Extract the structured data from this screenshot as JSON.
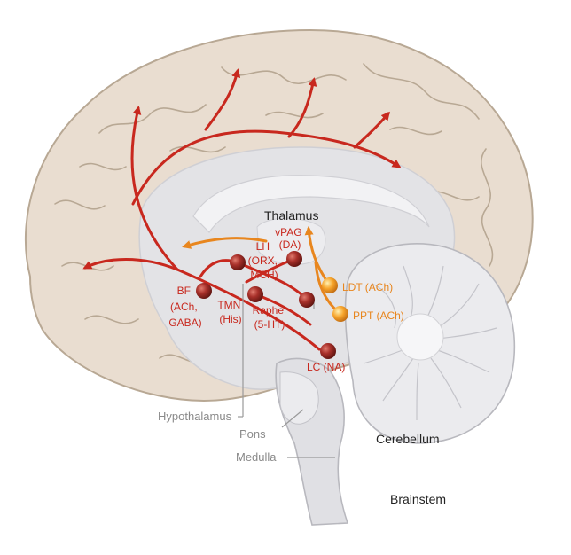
{
  "colors": {
    "cortex": "#e9ddd0",
    "cortex_outline": "#b8a894",
    "inner": "#e3e3e6",
    "cerebellum": "#ebebee",
    "red": "#c8281e",
    "orange": "#e8861e"
  },
  "labels": {
    "thalamus": "Thalamus",
    "vpag_line1": "vPAG",
    "vpag_line2": "(DA)",
    "lh_line1": "LH",
    "lh_line2": "(ORX,",
    "lh_line3": "MCH)",
    "bf_line1": "BF",
    "bf_line2": "(ACh,",
    "bf_line3": "GABA)",
    "tmn_line1": "TMN",
    "tmn_line2": "(His)",
    "raphe_line1": "Raphe",
    "raphe_line2": "(5-HT)",
    "lc": "LC (NA)",
    "ldt": "LDT (ACh)",
    "ppt": "PPT (ACh)",
    "hypothalamus": "Hypothalamus",
    "pons": "Pons",
    "medulla": "Medulla",
    "cerebellum": "Cerebellum",
    "brainstem": "Brainstem"
  },
  "nuclei": [
    {
      "id": "lh",
      "group": "red"
    },
    {
      "id": "vpag",
      "group": "red"
    },
    {
      "id": "bf",
      "group": "red"
    },
    {
      "id": "tmn",
      "group": "red"
    },
    {
      "id": "raphe",
      "group": "red"
    },
    {
      "id": "lc",
      "group": "red"
    },
    {
      "id": "ldt",
      "group": "orange"
    },
    {
      "id": "ppt",
      "group": "orange"
    }
  ]
}
